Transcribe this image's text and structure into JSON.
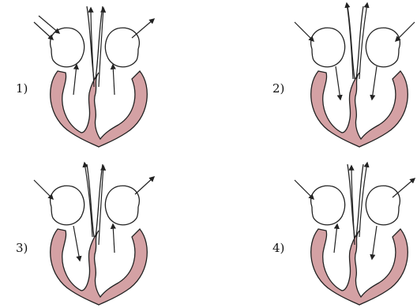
{
  "options": [
    {
      "label": "1)",
      "colors": {
        "muscle": "#d4a1a4",
        "outline": "#222222"
      }
    },
    {
      "label": "2)"
    },
    {
      "label": "3)"
    },
    {
      "label": "4)"
    }
  ],
  "colors": {
    "muscle": "#d4a1a4",
    "outline": "#222222"
  },
  "icons": {
    "arrow": "arrowhead"
  }
}
